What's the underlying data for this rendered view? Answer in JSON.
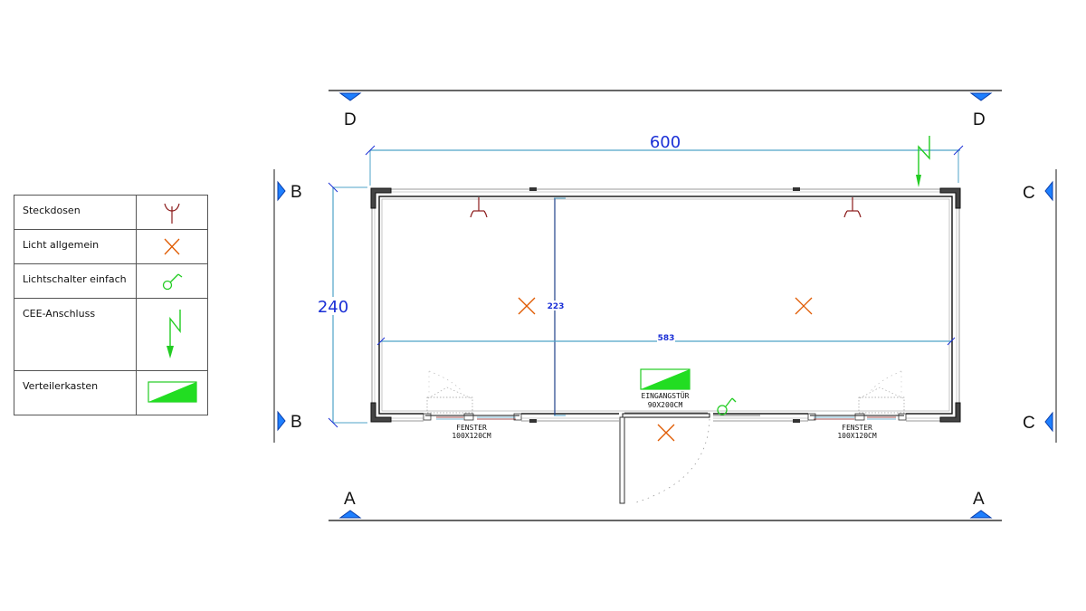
{
  "legend": {
    "items": [
      {
        "label": "Steckdosen",
        "symbol": "socket-icon",
        "color": "#8b1a1a"
      },
      {
        "label": "Licht allgemein",
        "symbol": "light-icon",
        "color": "#e05a00"
      },
      {
        "label": "Lichtschalter einfach",
        "symbol": "switch-icon",
        "color": "#22cc22"
      },
      {
        "label": "CEE-Anschluss",
        "symbol": "cee-connection-icon",
        "color": "#22cc22"
      },
      {
        "label": "Verteilerkasten",
        "symbol": "distribution-box-icon",
        "color": "#22dd22"
      }
    ]
  },
  "section_markers": {
    "top_left": "D",
    "top_right": "D",
    "left_top": "B",
    "left_bottom": "B",
    "right_top": "C",
    "right_bottom": "C",
    "bottom_left": "A",
    "bottom_right": "A"
  },
  "dimensions": {
    "outer_width": "600",
    "outer_height": "240",
    "inner_width": "583",
    "inner_height": "223"
  },
  "captions": {
    "window_left_line1": "FENSTER",
    "window_left_line2": "100X120CM",
    "window_right_line1": "FENSTER",
    "window_right_line2": "100X120CM",
    "door_line1": "EINGANGSTÜR",
    "door_line2": "90X200CM"
  },
  "colors": {
    "dimension_line": "#4fa3c8",
    "dimension_text": "#1a2fd6",
    "marker_fill": "#1e7fff",
    "electrical_green": "#22cc22",
    "light_orange": "#e05a00",
    "socket_red": "#8b1a1a",
    "wall": "#111111"
  }
}
